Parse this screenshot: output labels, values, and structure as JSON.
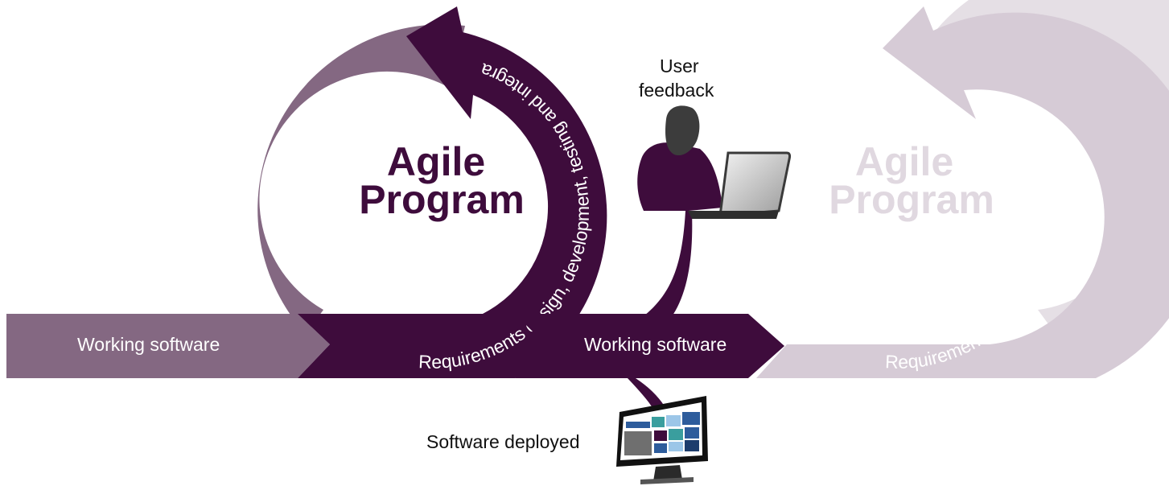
{
  "left_cycle": {
    "title_line1": "Agile",
    "title_line2": "Program",
    "ring_text": "Requirements design, development, testing and integration"
  },
  "right_cycle": {
    "title_line1": "Agile",
    "title_line2": "Program",
    "ring_text": "Requirements design, development, and testing"
  },
  "arrows": {
    "left": "Working software",
    "middle": "Working software"
  },
  "user_feedback": {
    "line1": "User",
    "line2": "feedback"
  },
  "deploy_label": "Software deployed",
  "colors": {
    "dark_plum": "#3e0c3c",
    "mid_plum": "#846882",
    "light_plum": "#e5dfe5",
    "light_plum_2": "#d6cbd6"
  },
  "icons": [
    "person-with-laptop-icon",
    "monitor-icon"
  ]
}
